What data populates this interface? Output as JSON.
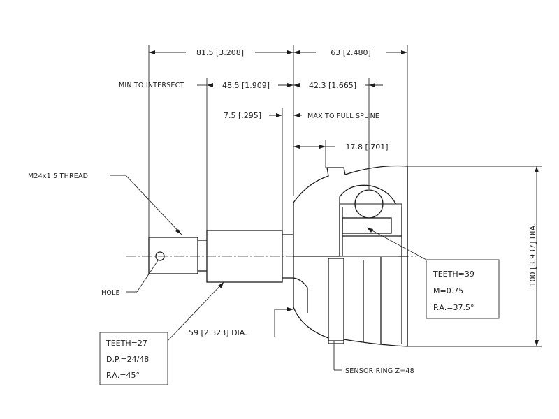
{
  "dimensions": {
    "overall_left": "81.5 [3.208]",
    "overall_right": "63 [2.480]",
    "min_to_intersect_label": "MIN TO INTERSECT",
    "min_to_intersect_value": "48.5 [1.909]",
    "right_mid": "42.3 [1.665]",
    "small_left": "7.5 [.295]",
    "max_to_full_spline": "MAX TO FULL SPLINE",
    "spline_offset": "17.8 [.701]",
    "outer_dia": "100 [3.937] DIA.",
    "shaft_dia": "59 [2.323] DIA."
  },
  "callouts": {
    "thread": "M24x1.5 THREAD",
    "hole": "HOLE",
    "sensor_ring": "SENSOR RING Z=48"
  },
  "shaft_spec": {
    "teeth": "TEETH=27",
    "dp": "D.P.=24/48",
    "pa": "P.A.=45°"
  },
  "inner_spec": {
    "teeth": "TEETH=39",
    "module": "M=0.75",
    "pa": "P.A.=37.5°"
  }
}
